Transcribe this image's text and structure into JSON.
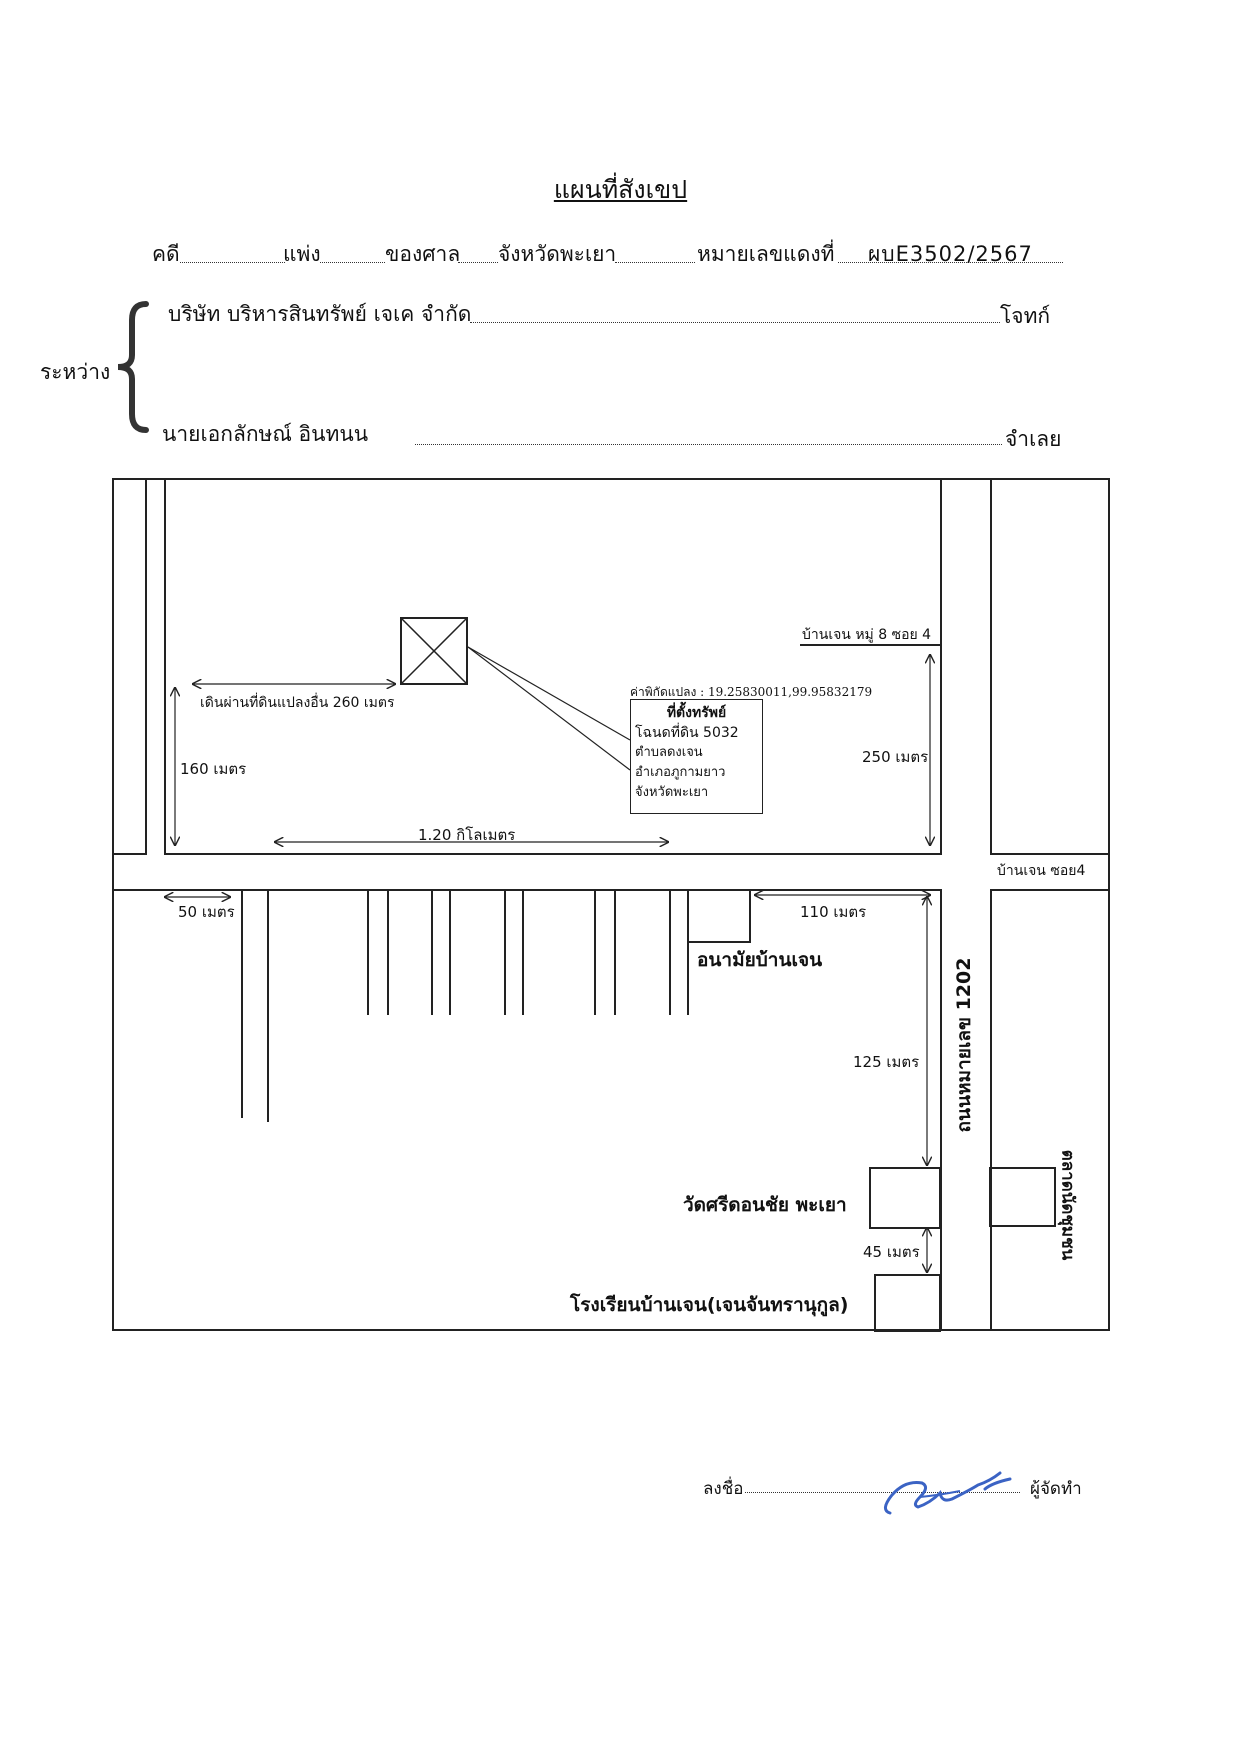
{
  "header": {
    "title": "แผนที่สังเขป",
    "case_label": "คดี",
    "case_type": "แพ่ง",
    "court_label": "ของศาล",
    "court_name": "จังหวัดพะเยา",
    "red_no_label": "หมายเลขแดงที่",
    "red_no_value": "ผบE3502/2567",
    "between_label": "ระหว่าง",
    "plaintiff_name": "บริษัท บริหารสินทรัพย์ เจเค จำกัด",
    "plaintiff_role": "โจทก์",
    "defendant_name": "นายเอกลักษณ์ อินทนน",
    "defendant_role": "จำเลย"
  },
  "map": {
    "road_moo8": "บ้านเจน หมู่ 8 ซอย 4",
    "coords": "ค่าพิกัดแปลง : 19.25830011,99.95832179",
    "walk_label": "เดินผ่านที่ดินแปลงอื่น 260 เมตร",
    "dist_160": "160 เมตร",
    "dist_250": "250 เมตร",
    "dist_1_2km": "1.20 กิโลเมตร",
    "property_lines": [
      "ที่ตั้งทรัพย์",
      "โฉนดที่ดิน 5032",
      "ตำบลดงเจน",
      "อำเภอภูกามยาว",
      "จังหวัดพะเยา"
    ],
    "road_soi4": "บ้านเจน ซอย4",
    "dist_50": "50 เมตร",
    "dist_110": "110 เมตร",
    "health_center": "อนามัยบ้านเจน",
    "highway": "ถนนหมายเลข 1202",
    "dist_125": "125 เมตร",
    "temple": "วัดศรีดอนชัย พะเยา",
    "dist_45": "45 เมตร",
    "school": "โรงเรียนบ้านเจน(เจนจันทรานุกูล)",
    "market": "ตลาดนัดชุมชน"
  },
  "footer": {
    "sign_label": "ลงชื่อ",
    "role": "ผู้จัดทำ"
  }
}
